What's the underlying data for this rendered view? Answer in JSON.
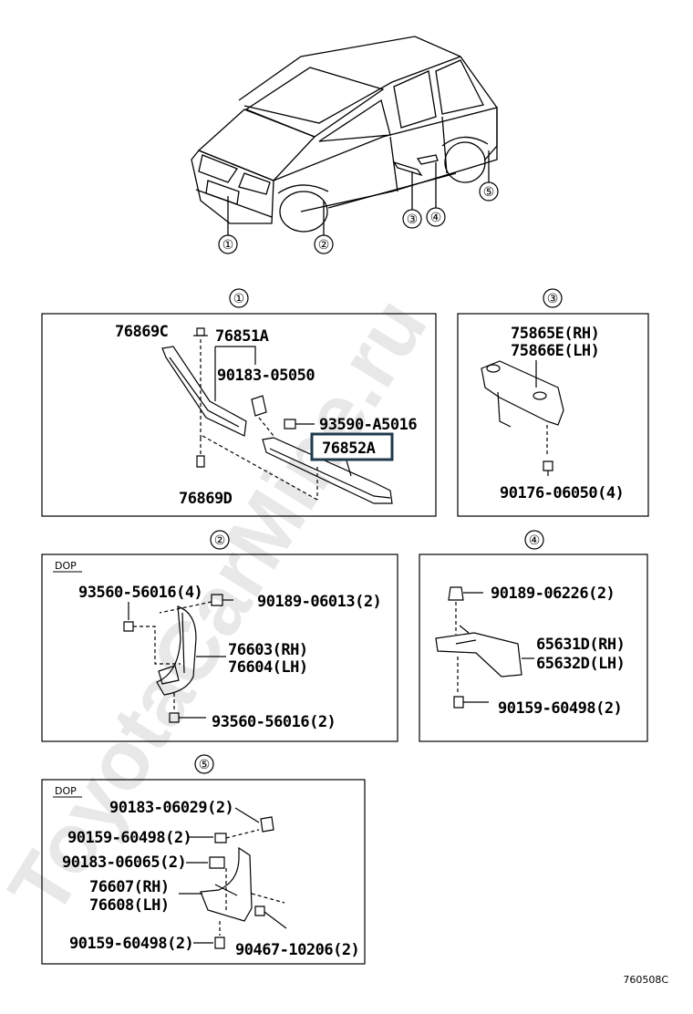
{
  "watermark": "ToyotaCarMine.ru",
  "footer_code": "760508C",
  "overview": {
    "markers": [
      "①",
      "②",
      "③",
      "④",
      "⑤"
    ]
  },
  "panels": {
    "p1": {
      "marker": "①",
      "parts": [
        "76869C",
        "76851A",
        "90183-05050",
        "93590-A5016",
        "76852A",
        "76869D"
      ],
      "highlighted": "76852A"
    },
    "p3": {
      "marker": "③",
      "parts": [
        "75865E(RH)",
        "75866E(LH)",
        "90176-06050(4)"
      ]
    },
    "p2": {
      "marker": "②",
      "tag": "DOP",
      "parts": [
        "93560-56016(4)",
        "90189-06013(2)",
        "76603(RH)",
        "76604(LH)",
        "93560-56016(2)"
      ]
    },
    "p4": {
      "marker": "④",
      "parts": [
        "90189-06226(2)",
        "65631D(RH)",
        "65632D(LH)",
        "90159-60498(2)"
      ]
    },
    "p5": {
      "marker": "⑤",
      "tag": "DOP",
      "parts": [
        "90183-06029(2)",
        "90159-60498(2)",
        "90183-06065(2)",
        "76607(RH)",
        "76608(LH)",
        "90159-60498(2)",
        "90467-10206(2)"
      ]
    }
  },
  "colors": {
    "line": "#000000",
    "highlight_border": "#1f3b4d",
    "watermark": "#e6e6e6"
  }
}
